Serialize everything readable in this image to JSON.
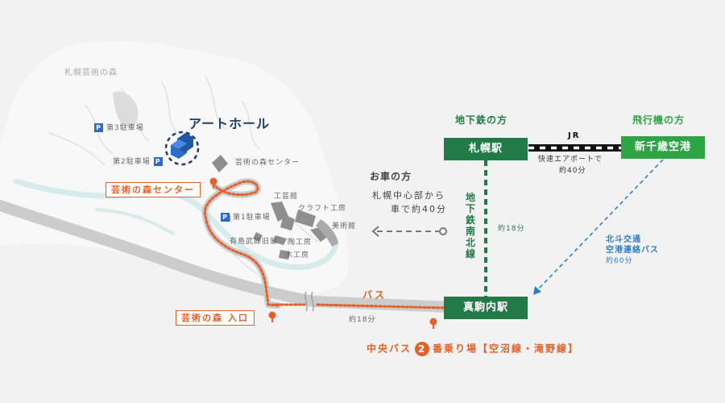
{
  "forest_title": "札幌芸術の森",
  "art_hall": "アートホール",
  "parking": {
    "p3": "第3駐車場",
    "p2": "第2駐車場",
    "p1": "第1駐車場",
    "badge": "P"
  },
  "facilities": {
    "forest_center_small": "芸術の森センター",
    "craft_hall": "工芸館",
    "craft_studio": "クラフト工房",
    "art_museum": "美術館",
    "ariyoshi_house": "有島武郎旧邸",
    "pottery": "陶工房",
    "woodwork": "木工房"
  },
  "bus_stops": {
    "center": "芸術の森センター",
    "entrance": "芸術の森  入口"
  },
  "car": {
    "heading": "お車の方",
    "line1": "札幌中心部から",
    "line2": "車で約40分"
  },
  "subway": {
    "heading": "地下鉄の方",
    "line_name": "地下鉄南北線",
    "time": "約18分"
  },
  "plane": {
    "heading": "飛行機の方"
  },
  "stations": {
    "sapporo": "札幌駅",
    "new_chitose": "新千歳空港",
    "makomanai": "真駒内駅"
  },
  "jr": {
    "label": "JR",
    "service": "快速エアポートで",
    "time": "約40分"
  },
  "airport_bus": {
    "line1": "北斗交通",
    "line2": "空港連絡バス",
    "time": "約60分"
  },
  "bus": {
    "label": "バス",
    "time": "約18分",
    "stop_prefix": "中央バス",
    "stop_number": "2",
    "stop_suffix": "番乗り場【空沼線・滝野線】"
  },
  "colors": {
    "subway_green": "#227a47",
    "airport_green": "#2ea544",
    "bus_orange": "#e2612a",
    "airport_bus_blue": "#2a7fc9",
    "art_hall_navy": "#1f3f66",
    "parking_blue": "#2a6cc7"
  }
}
